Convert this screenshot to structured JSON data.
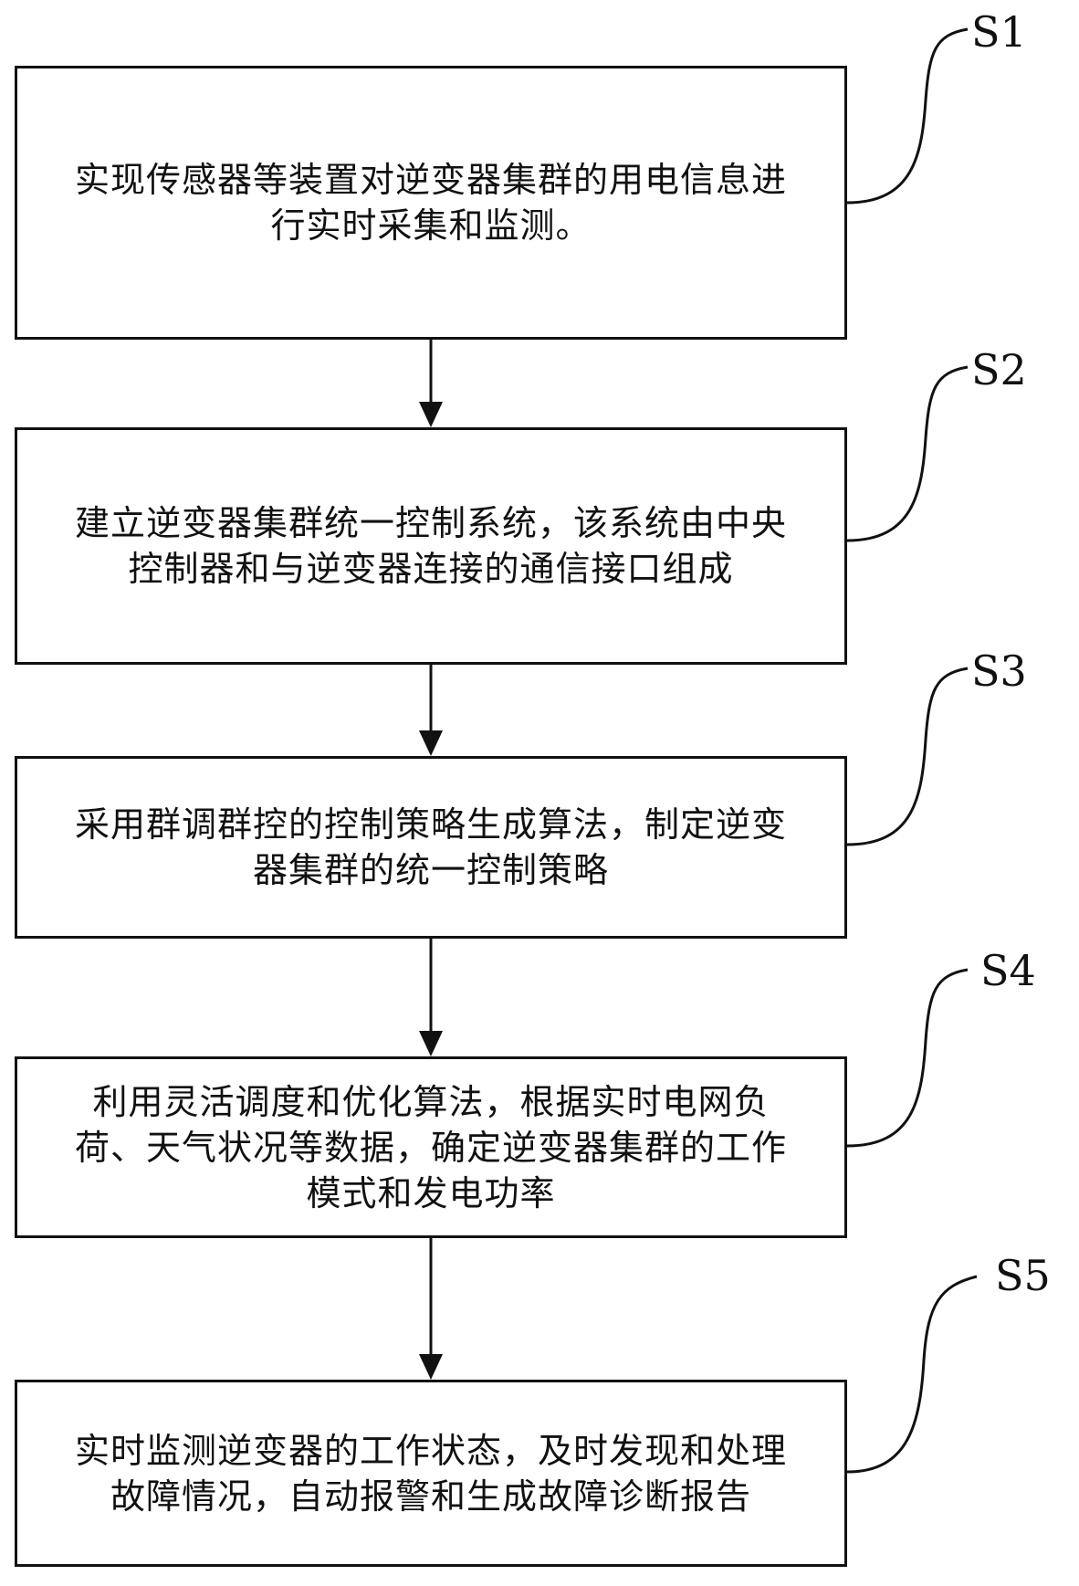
{
  "steps": [
    {
      "label": "S1",
      "text_lines": [
        "实现传感器等装置对逆变器集群的用电信息进",
        "行实时采集和监测。"
      ]
    },
    {
      "label": "S2",
      "text_lines": [
        "建立逆变器集群统一控制系统，该系统由中央",
        "控制器和与逆变器连接的通信接口组成"
      ]
    },
    {
      "label": "S3",
      "text_lines": [
        "采用群调群控的控制策略生成算法，制定逆变",
        "器集群的统一控制策略"
      ]
    },
    {
      "label": "S4",
      "text_lines": [
        "利用灵活调度和优化算法，根据实时电网负",
        "荷、天气状况等数据，确定逆变器集群的工作",
        "模式和发电功率"
      ]
    },
    {
      "label": "S5",
      "text_lines": [
        "实时监测逆变器的工作状态，及时发现和处理",
        "故障情况，自动报警和生成故障诊断报告"
      ]
    }
  ]
}
